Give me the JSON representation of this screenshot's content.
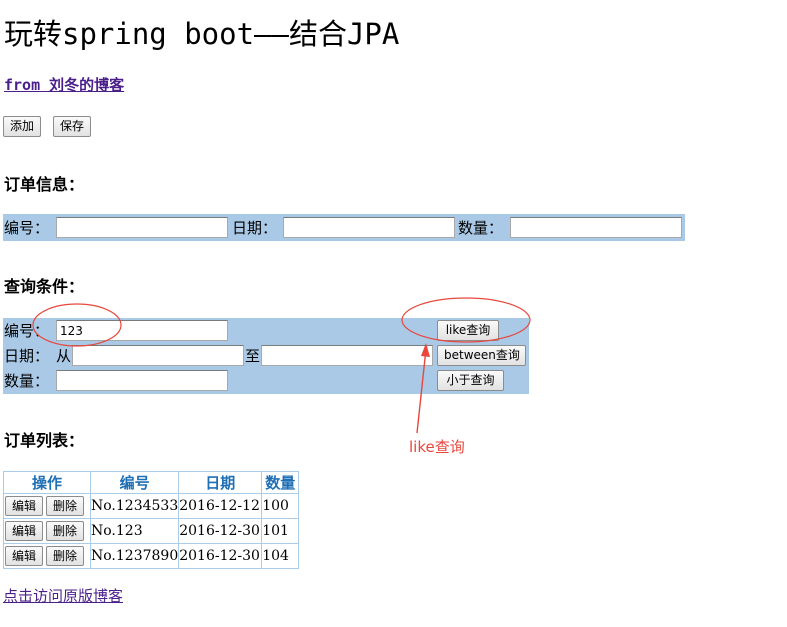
{
  "page": {
    "title": "玩转spring boot——结合JPA",
    "from_link": "from 刘冬的博客"
  },
  "toolbar": {
    "add_label": "添加",
    "save_label": "保存"
  },
  "order_info": {
    "heading": "订单信息：",
    "number_label": "编号：",
    "date_label": "日期：",
    "quantity_label": "数量："
  },
  "query": {
    "heading": "查询条件：",
    "number_label": "编号：",
    "number_value": "123",
    "date_label": "日期：",
    "from_label": "从",
    "to_label": "至",
    "quantity_label": "数量：",
    "like_button": "like查询",
    "between_button": "between查询",
    "less_button": "小于查询"
  },
  "order_list": {
    "heading": "订单列表：",
    "columns": [
      "操作",
      "编号",
      "日期",
      "数量"
    ],
    "edit_label": "编辑",
    "delete_label": "删除",
    "rows": [
      {
        "number": "No.1234533",
        "date": "2016-12-12",
        "quantity": "100"
      },
      {
        "number": "No.123",
        "date": "2016-12-30",
        "quantity": "101"
      },
      {
        "number": "No.1237890",
        "date": "2016-12-30",
        "quantity": "104"
      }
    ]
  },
  "footer": {
    "link": "点击访问原版博客"
  },
  "annotation": {
    "text": "like查询",
    "color": "#e8473c"
  },
  "colors": {
    "panel_bg": "#a9c9e6",
    "table_header": "#1f6fb5",
    "link": "#4b1f8a"
  }
}
